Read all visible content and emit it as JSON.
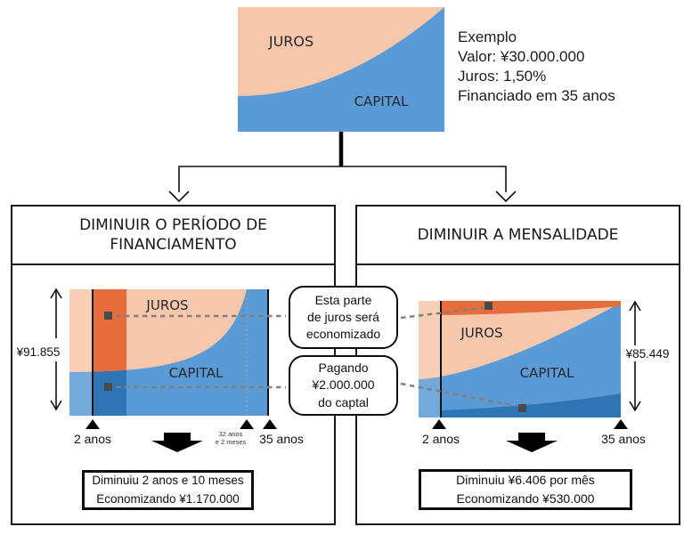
{
  "colors": {
    "juros_peach": "#F6C7AA",
    "capital_blue": "#5B9BD5",
    "saved_interest_orange": "#E66C3C",
    "extra_capital_dark_blue": "#2E75B6",
    "marker_square_gray": "#4A4A4A",
    "dashed_line_gray": "#808080"
  },
  "top_chart": {
    "juros_label": "JUROS",
    "capital_label": "CAPITAL"
  },
  "example": {
    "line1": "Exemplo",
    "line2": "Valor: ¥30.000.000",
    "line3": "Juros: 1,50%",
    "line4": "Financiado em 35 anos"
  },
  "left_panel": {
    "title_line1": "DIMINUIR O PERÍODO DE",
    "title_line2": "FINANCIAMENTO",
    "axis_value": "¥91.855",
    "juros_label": "JUROS",
    "capital_label": "CAPITAL",
    "marker_2anos": "2 anos",
    "marker_32anos_line1": "32 anos",
    "marker_32anos_line2": "e 2 meses",
    "marker_35anos": "35 anos",
    "result_line1": "Diminuiu 2 anos e 10 meses",
    "result_line2": "Economizando ¥1.170.000"
  },
  "right_panel": {
    "title": "DIMINUIR A MENSALIDADE",
    "axis_value": "¥85.449",
    "juros_label": "JUROS",
    "capital_label": "CAPITAL",
    "marker_2anos": "2 anos",
    "marker_35anos": "35 anos",
    "result_line1": "Diminuiu ¥6.406 por mês",
    "result_line2": "Economizando ¥530.000"
  },
  "bubbles": {
    "top": {
      "line1": "Esta parte",
      "line2": "de juros será",
      "line3": "economizado"
    },
    "bottom": {
      "line1": "Pagando",
      "line2": "¥2.000.000",
      "line3": "do captal"
    }
  }
}
